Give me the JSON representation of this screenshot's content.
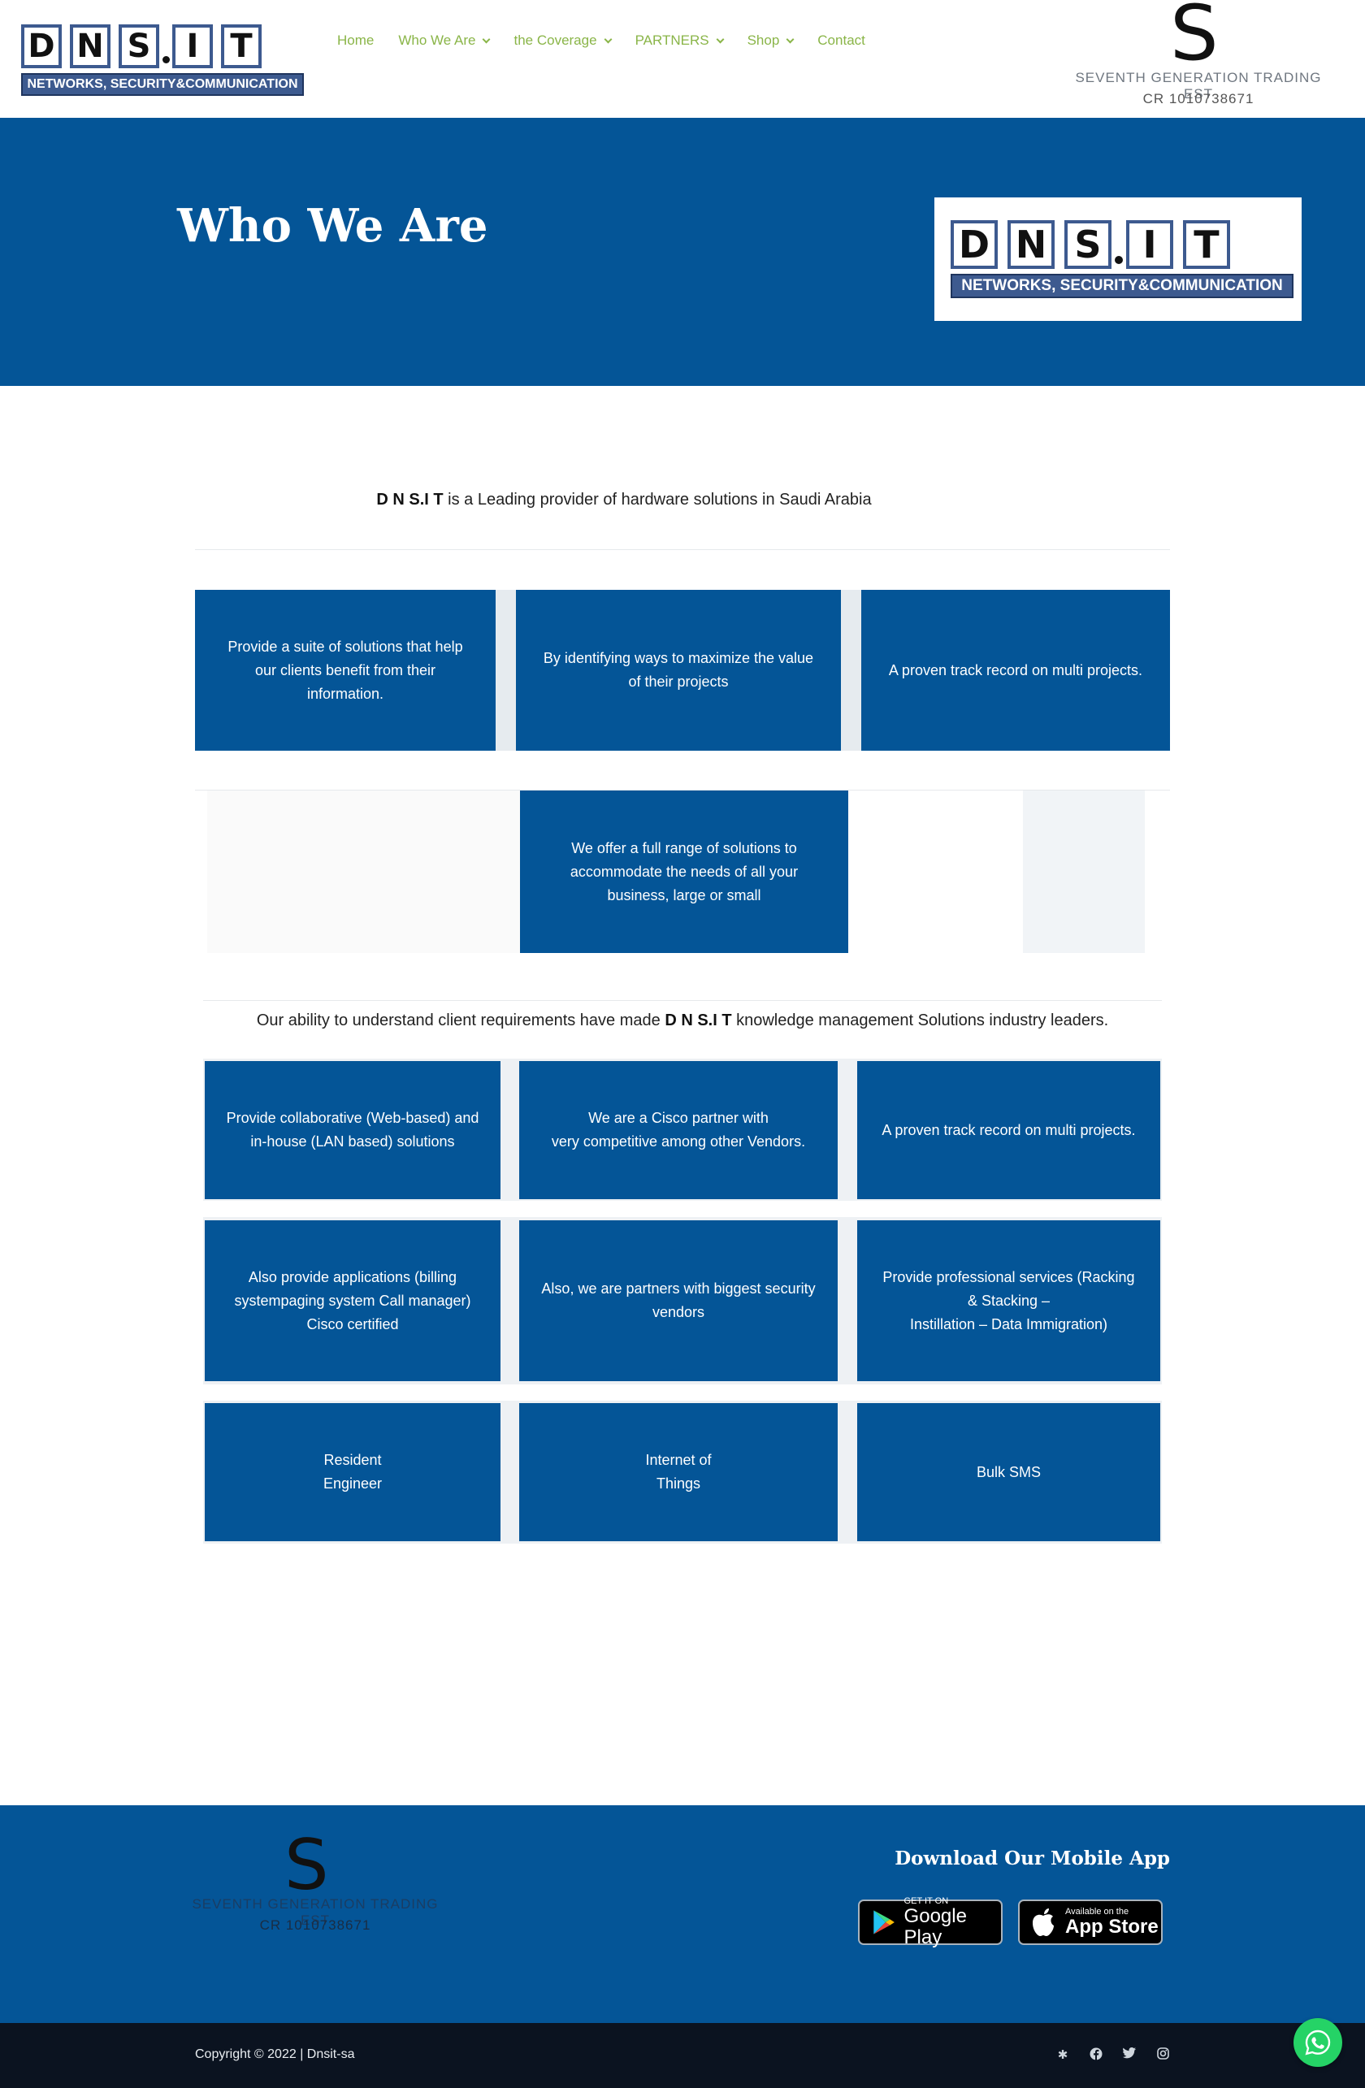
{
  "header": {
    "logo": {
      "letters": [
        "D",
        "N",
        "S",
        ".",
        "I",
        "T"
      ],
      "tagline": "NETWORKS, SECURITY&COMMUNICATION"
    },
    "nav": [
      {
        "label": "Home",
        "has_dropdown": false
      },
      {
        "label": "Who We Are",
        "has_dropdown": true
      },
      {
        "label": "the Coverage",
        "has_dropdown": true
      },
      {
        "label": "PARTNERS",
        "has_dropdown": true
      },
      {
        "label": "Shop",
        "has_dropdown": true
      },
      {
        "label": "Contact",
        "has_dropdown": false
      }
    ],
    "brand": {
      "mark": "S",
      "name": "SEVENTH GENERATION TRADING EST",
      "cr": "CR 1010738671"
    }
  },
  "hero": {
    "title": "Who We Are"
  },
  "intro": {
    "brand": "D N S.I T",
    "text": " is a Leading provider of hardware solutions in Saudi Arabia"
  },
  "row1": [
    "Provide a suite of solutions that help our clients benefit from their information.",
    "By identifying ways to maximize the value of their projects",
    "A proven track record on multi projects."
  ],
  "row2": "We offer a full range of solutions to accommodate the needs of all your business, large or small",
  "ability": {
    "before": "Our ability to understand client requirements have made ",
    "brand": "D N S.I T",
    "after": " knowledge management Solutions industry leaders."
  },
  "grid": [
    [
      "Provide collaborative (Web-based) and in-house (LAN based) solutions",
      "We are a Cisco partner with\nvery competitive among other Vendors.",
      "A proven track record on multi projects."
    ],
    [
      "Also provide applications (billing systempaging system Call manager) Cisco certified",
      "Also, we are partners with biggest security vendors",
      "Provide professional services (Racking & Stacking –\nInstillation – Data Immigration)"
    ],
    [
      "Resident\nEngineer",
      "Internet of\nThings",
      "Bulk SMS"
    ]
  ],
  "footer": {
    "app_title": "Download Our Mobile App",
    "google_play": {
      "small": "GET IT ON",
      "big": "Google Play"
    },
    "app_store": {
      "small": "Available on the",
      "big": "App Store"
    },
    "copyright": "Copyright © 2022 | Dnsit-sa",
    "social_icons": [
      "yelp-icon",
      "facebook-icon",
      "twitter-icon",
      "instagram-icon"
    ]
  },
  "colors": {
    "primary_blue": "#045597",
    "nav_green": "#8ab548",
    "logo_blue": "#3d5a8f",
    "footer_dark": "#0b1320",
    "whatsapp_green": "#25d366"
  }
}
